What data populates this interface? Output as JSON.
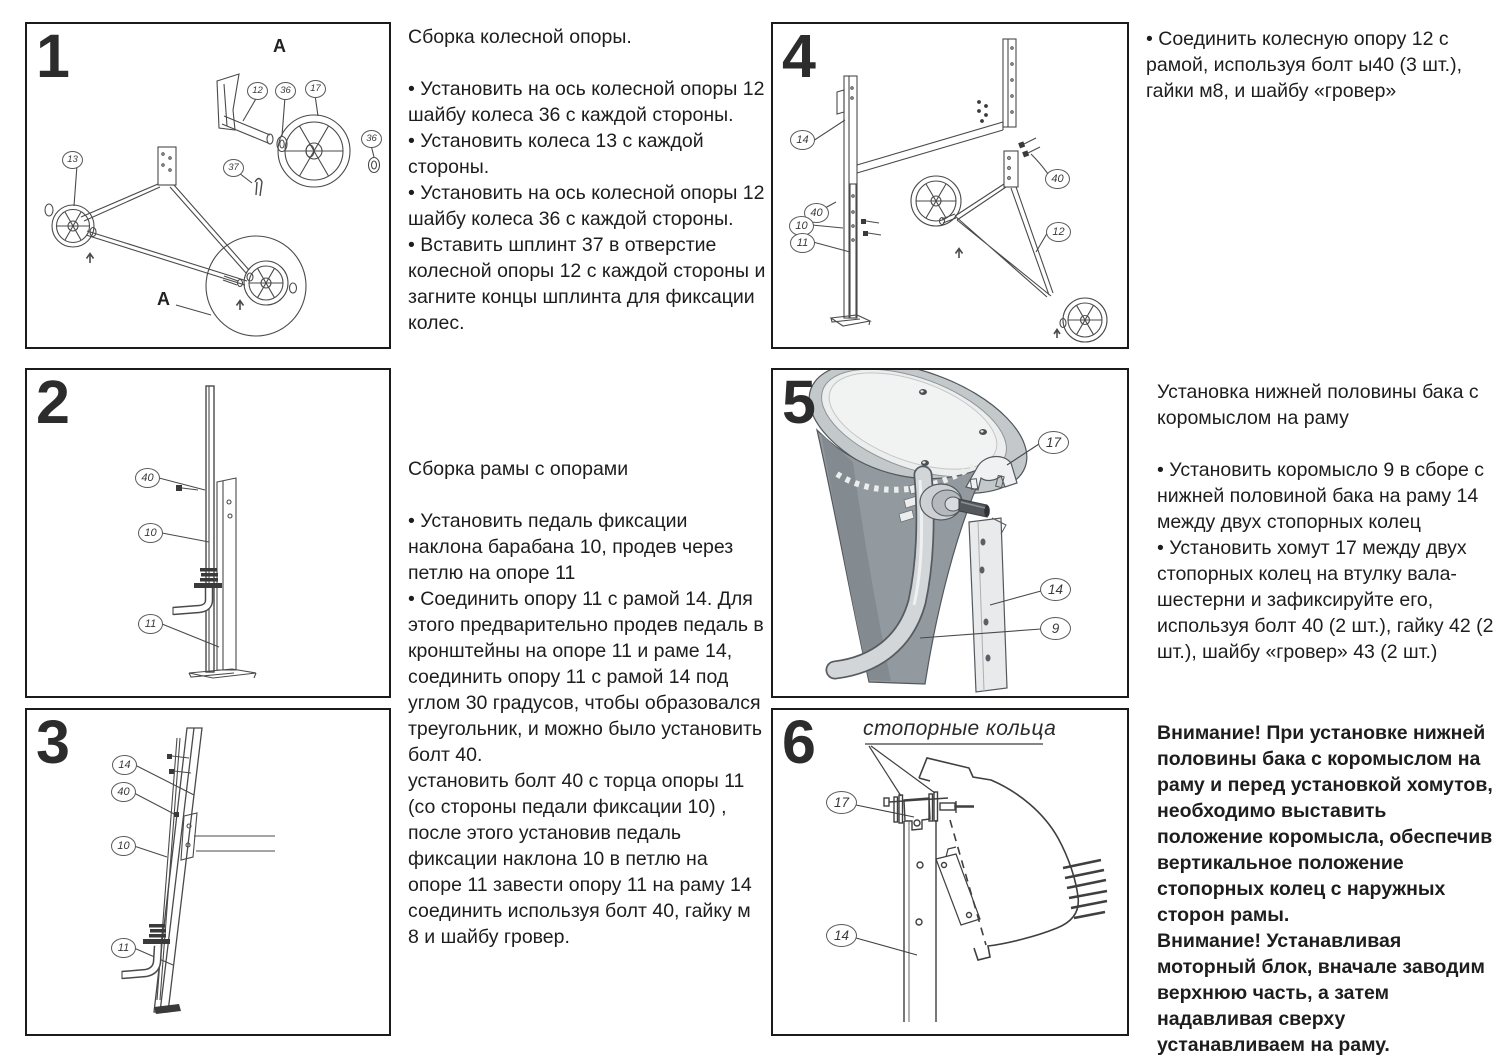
{
  "steps": {
    "s1": {
      "number": "1",
      "labels": {
        "detail_top": "A",
        "detail_ref": "A"
      },
      "callouts": {
        "c13": "13",
        "c12": "12",
        "c36a": "36",
        "c17": "17",
        "c36b": "36",
        "c37": "37"
      }
    },
    "s2": {
      "number": "2",
      "callouts": {
        "c40": "40",
        "c10": "10",
        "c11": "11"
      }
    },
    "s3": {
      "number": "3",
      "callouts": {
        "c14": "14",
        "c40": "40",
        "c10": "10",
        "c11": "11"
      }
    },
    "s4": {
      "number": "4",
      "callouts": {
        "c14": "14",
        "c40a": "40",
        "c10": "10",
        "c11": "11",
        "c40b": "40",
        "c12": "12"
      }
    },
    "s5": {
      "number": "5",
      "callouts": {
        "c17": "17",
        "c14": "14",
        "c9": "9"
      }
    },
    "s6": {
      "number": "6",
      "annotation": "стопорные кольца",
      "callouts": {
        "c17": "17",
        "c14": "14"
      }
    }
  },
  "texts": {
    "wheel_assembly": {
      "title": "Сборка колесной опоры.",
      "bullets": [
        "• Установить на ось колесной опоры 12 шайбу колеса 36 с каждой стороны.",
        "• Установить колеса 13 с каждой стороны.",
        "• Установить на ось колесной опоры 12 шайбу колеса 36 с каждой стороны.",
        "• Вставить шплинт 37 в отверстие колесной опоры 12 с каждой стороны и загните концы шплинта для фиксации колес."
      ]
    },
    "frame_connect": {
      "bullet": "• Соединить колесную опору 12 с рамой, используя болт ы40 (3 шт.), гайки м8, и шайбу «гровер»"
    },
    "frame_supports": {
      "title": "Сборка рамы с опорами",
      "bullets": [
        "• Установить педаль фиксации наклона барабана 10, продев через петлю на опоре 11",
        "• Соединить опору 11 с рамой 14. Для этого предварительно продев педаль в кронштейны на опоре 11 и раме 14, соединить опору 11 с рамой 14 под углом 30 градусов, чтобы образовался треугольник, и можно было установить болт 40.",
        "установить болт 40 с торца опоры 11 (со стороны педали фиксации 10) , после этого установив педаль фиксации наклона 10  в петлю на опоре 11 завести опору 11 на раму 14 соединить используя болт 40,  гайку м 8 и шайбу гровер."
      ]
    },
    "tank_install": {
      "title": "Установка нижней половины бака с коромыслом на раму",
      "bullets": [
        "• Установить коромысло 9 в сборе с нижней половиной бака на раму 14 между двух стопорных колец",
        "• Установить хомут 17 между двух стопорных колец на втулку вала-шестерни и зафиксируйте его, используя болт 40 (2 шт.), гайку 42 (2 шт.), шайбу «гровер» 43 (2 шт.)"
      ]
    },
    "warnings": {
      "w1": "Внимание! При установке нижней половины бака с коромыслом на раму и перед установкой хомутов, необходимо выставить положение коромысла, обеспечив вертикальное положение стопорных колец с наружных сторон рамы.",
      "w2": "Внимание! Устанавливая моторный блок, вначале заводим верхнюю часть, а затем надавливая сверху устанавливаем на раму."
    }
  }
}
